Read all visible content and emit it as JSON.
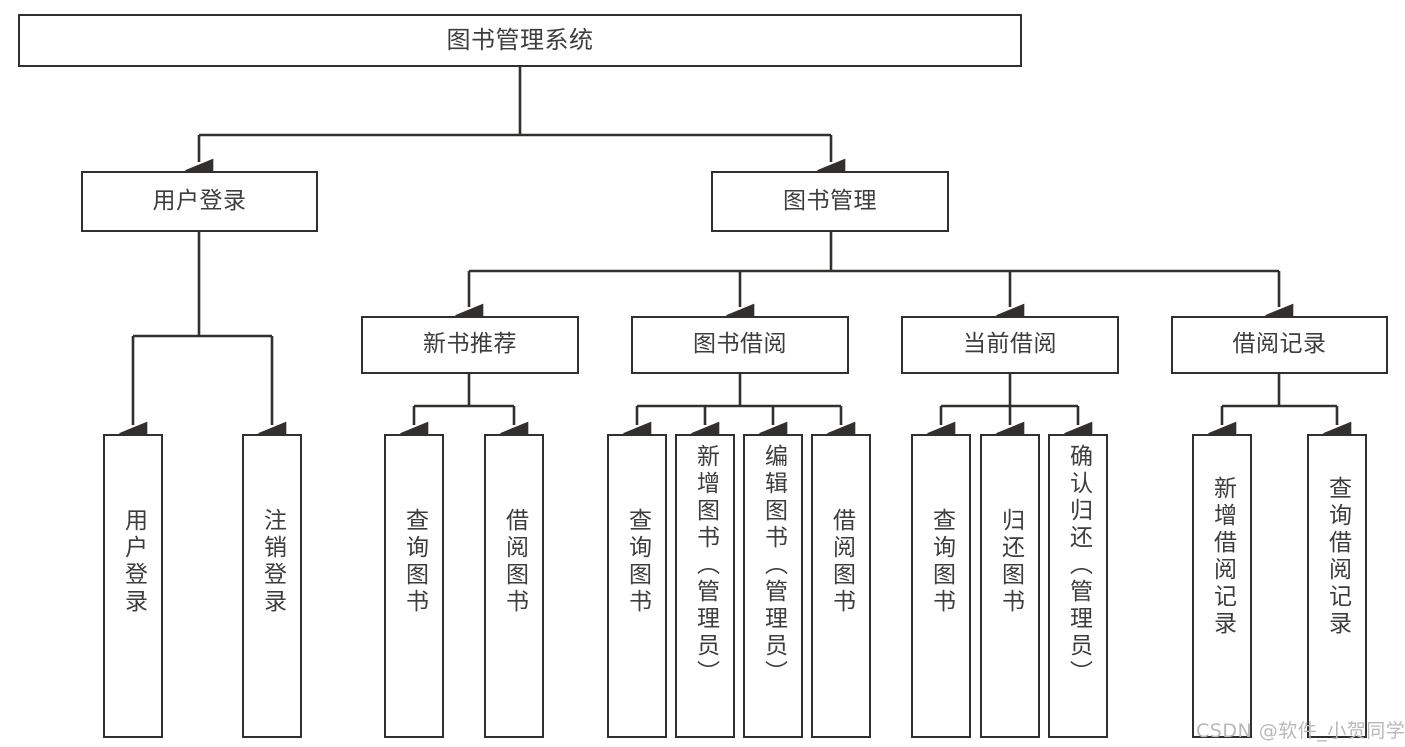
{
  "diagram": {
    "type": "tree-hierarchy-chart",
    "title": "图书管理系统",
    "stroke_color": "#31302f",
    "text_color": "#3d3d3d",
    "background": "#ffffff",
    "watermark": "CSDN @软件_小贺同学"
  },
  "nodes": {
    "root": {
      "label": "图书管理系统"
    },
    "level2": [
      {
        "id": "user-login",
        "label": "用户登录"
      },
      {
        "id": "book-manage",
        "label": "图书管理"
      }
    ],
    "level3": [
      {
        "id": "new-book-rec",
        "label": "新书推荐"
      },
      {
        "id": "book-borrow",
        "label": "图书借阅"
      },
      {
        "id": "current-borrow",
        "label": "当前借阅"
      },
      {
        "id": "borrow-record",
        "label": "借阅记录"
      }
    ],
    "leaves": {
      "user_login": [
        {
          "id": "leaf-user-login",
          "label": "用户登录"
        },
        {
          "id": "leaf-user-logout",
          "label": "注销登录"
        }
      ],
      "new_book_rec": [
        {
          "id": "leaf-query-book-1",
          "label": "查询图书"
        },
        {
          "id": "leaf-borrow-book-1",
          "label": "借阅图书"
        }
      ],
      "book_borrow": [
        {
          "id": "leaf-query-book-2",
          "label": "查询图书"
        },
        {
          "id": "leaf-add-book",
          "label": "新增图书（管理员）"
        },
        {
          "id": "leaf-edit-book",
          "label": "编辑图书（管理员）"
        },
        {
          "id": "leaf-borrow-book-2",
          "label": "借阅图书"
        }
      ],
      "current_borrow": [
        {
          "id": "leaf-query-book-3",
          "label": "查询图书"
        },
        {
          "id": "leaf-return-book",
          "label": "归还图书"
        },
        {
          "id": "leaf-confirm-return",
          "label": "确认归还（管理员）"
        }
      ],
      "borrow_record": [
        {
          "id": "leaf-add-record",
          "label": "新增借阅记录"
        },
        {
          "id": "leaf-query-record",
          "label": "查询借阅记录"
        }
      ]
    }
  },
  "chart_data": {
    "type": "table",
    "title": "图书管理系统 功能结构图",
    "hierarchy": [
      {
        "label": "图书管理系统",
        "children": [
          {
            "label": "用户登录",
            "children": [
              {
                "label": "用户登录"
              },
              {
                "label": "注销登录"
              }
            ]
          },
          {
            "label": "图书管理",
            "children": [
              {
                "label": "新书推荐",
                "children": [
                  {
                    "label": "查询图书"
                  },
                  {
                    "label": "借阅图书"
                  }
                ]
              },
              {
                "label": "图书借阅",
                "children": [
                  {
                    "label": "查询图书"
                  },
                  {
                    "label": "新增图书（管理员）"
                  },
                  {
                    "label": "编辑图书（管理员）"
                  },
                  {
                    "label": "借阅图书"
                  }
                ]
              },
              {
                "label": "当前借阅",
                "children": [
                  {
                    "label": "查询图书"
                  },
                  {
                    "label": "归还图书"
                  },
                  {
                    "label": "确认归还（管理员）"
                  }
                ]
              },
              {
                "label": "借阅记录",
                "children": [
                  {
                    "label": "新增借阅记录"
                  },
                  {
                    "label": "查询借阅记录"
                  }
                ]
              }
            ]
          }
        ]
      }
    ]
  }
}
